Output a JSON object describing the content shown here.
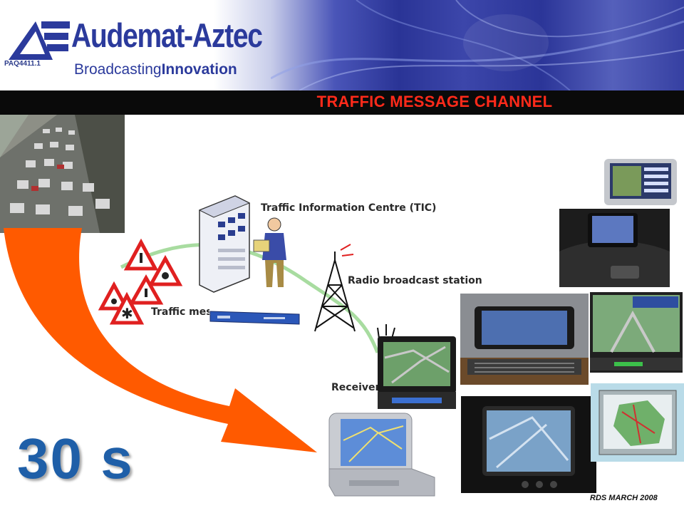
{
  "header": {
    "doc_ref": "PAQ4411.1",
    "brand_name": "Audemat-Aztec",
    "tagline_regular": "Broadcasting",
    "tagline_bold": "Innovation"
  },
  "slide": {
    "title": "TRAFFIC MESSAGE CHANNEL",
    "countdown": "30 s",
    "footer": "RDS MARCH 2008"
  },
  "diagram": {
    "tic_label": "Traffic Information Centre (TIC)",
    "radio_label": "Radio broadcast station",
    "traffic_label": "Traffic mess",
    "receiver_label": "Receiver"
  },
  "colors": {
    "title_red": "#ff2a1a",
    "brand_blue": "#2b3a9c",
    "countdown_blue": "#1f5fa8",
    "arrow_orange": "#ff5a00"
  }
}
